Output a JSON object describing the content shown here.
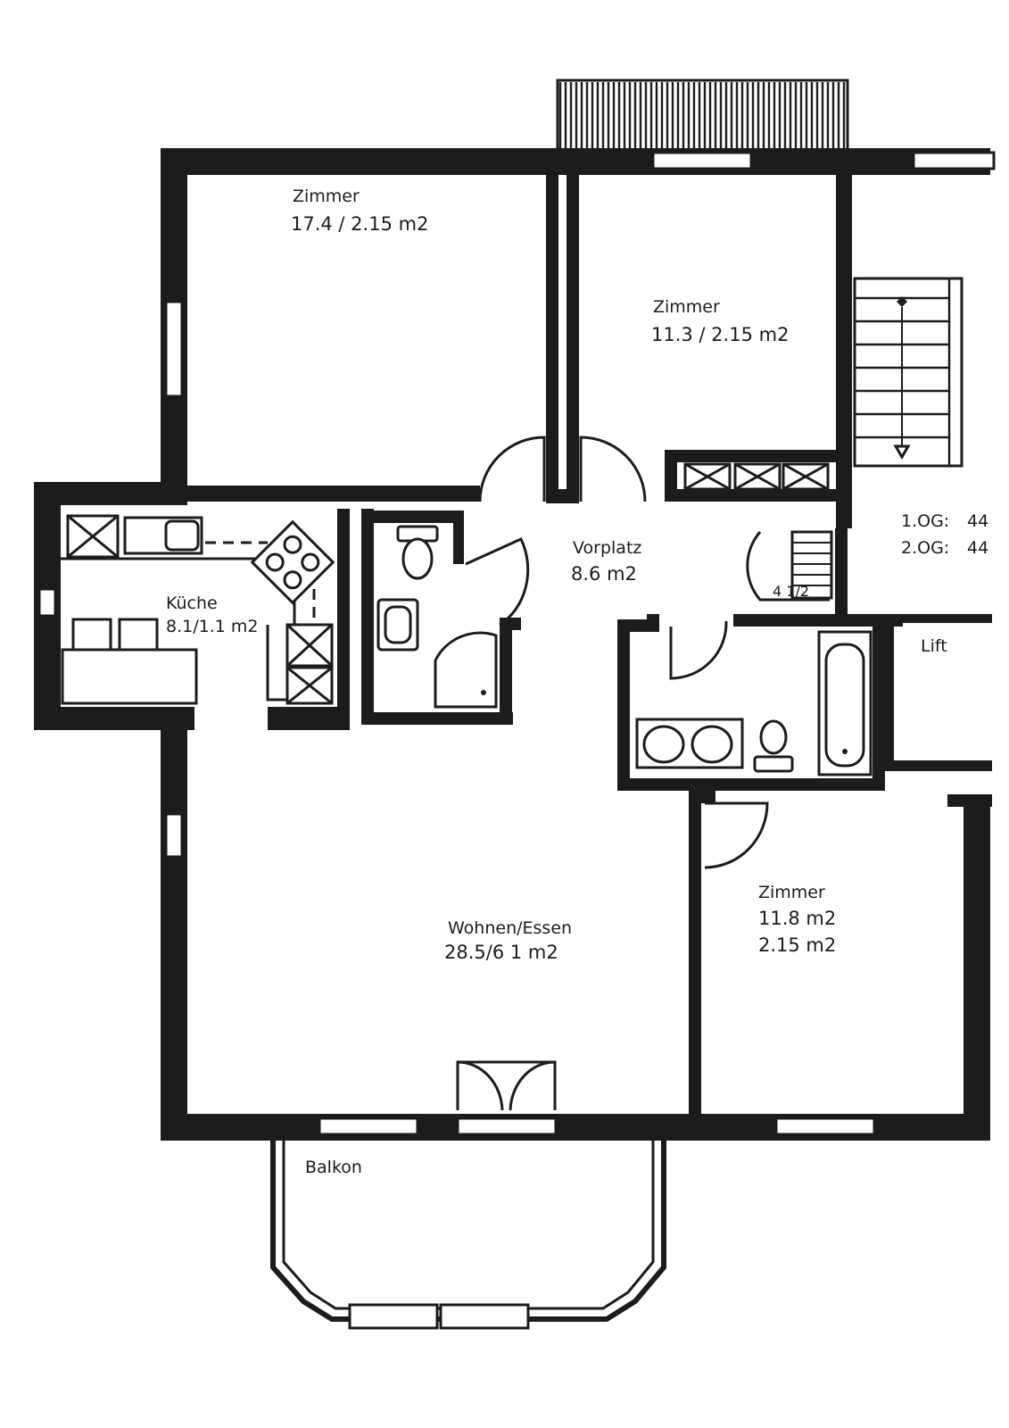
{
  "rooms": {
    "zimmer_nw": {
      "name": "Zimmer",
      "area": "17.4 / 2.15 m2"
    },
    "zimmer_n": {
      "name": "Zimmer",
      "area": "11.3 / 2.15 m2"
    },
    "vorplatz": {
      "name": "Vorplatz",
      "area": "8.6 m2"
    },
    "kueche": {
      "name": "Küche",
      "area": "8.1/1.1 m2"
    },
    "wohnen": {
      "name": "Wohnen/Essen",
      "area": "28.5/6 1 m2"
    },
    "zimmer_se": {
      "name": "Zimmer",
      "area_1": "11.8 m2",
      "area_2": "2.15 m2"
    },
    "balkon": {
      "name": "Balkon"
    },
    "lift": {
      "name": "Lift"
    }
  },
  "stair": {
    "step_label": "4 1/2"
  },
  "floors": [
    {
      "label": "1.OG:",
      "value": "44"
    },
    {
      "label": "2.OG:",
      "value": "44"
    }
  ]
}
